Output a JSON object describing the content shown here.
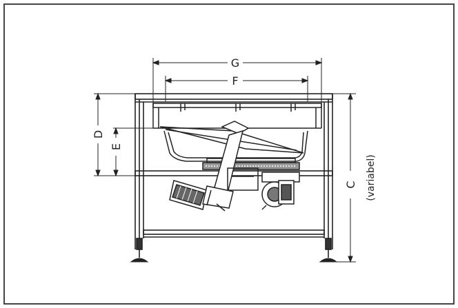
{
  "diagram": {
    "labels": {
      "g": "G",
      "f": "F",
      "d": "D",
      "e": "E",
      "c": "C",
      "variable_note": "(variabel)"
    },
    "colors": {
      "line": "#222222",
      "border": "#444444",
      "background": "#ffffff"
    }
  }
}
